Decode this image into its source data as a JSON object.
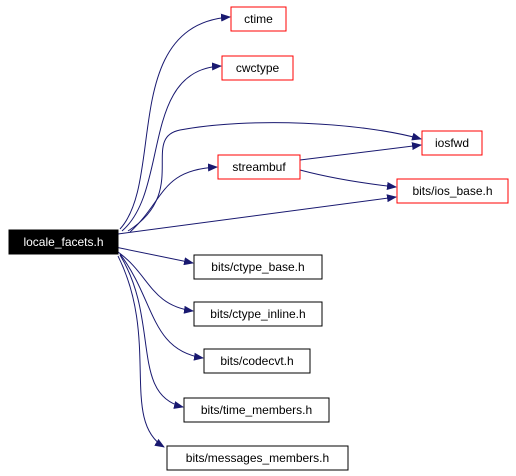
{
  "root": {
    "label": "locale_facets.h",
    "fill": "#000000",
    "text_color": "#ffffff"
  },
  "nodes": {
    "ctime": "ctime",
    "cwctype": "cwctype",
    "iosfwd": "iosfwd",
    "streambuf": "streambuf",
    "ios_base": "bits/ios_base.h",
    "ctype_base": "bits/ctype_base.h",
    "ctype_inline": "bits/ctype_inline.h",
    "codecvt": "bits/codecvt.h",
    "time_members": "bits/time_members.h",
    "messages_members": "bits/messages_members.h"
  },
  "colors": {
    "edge": "#191970",
    "external_border": "#ff0000",
    "local_border": "#000000"
  }
}
